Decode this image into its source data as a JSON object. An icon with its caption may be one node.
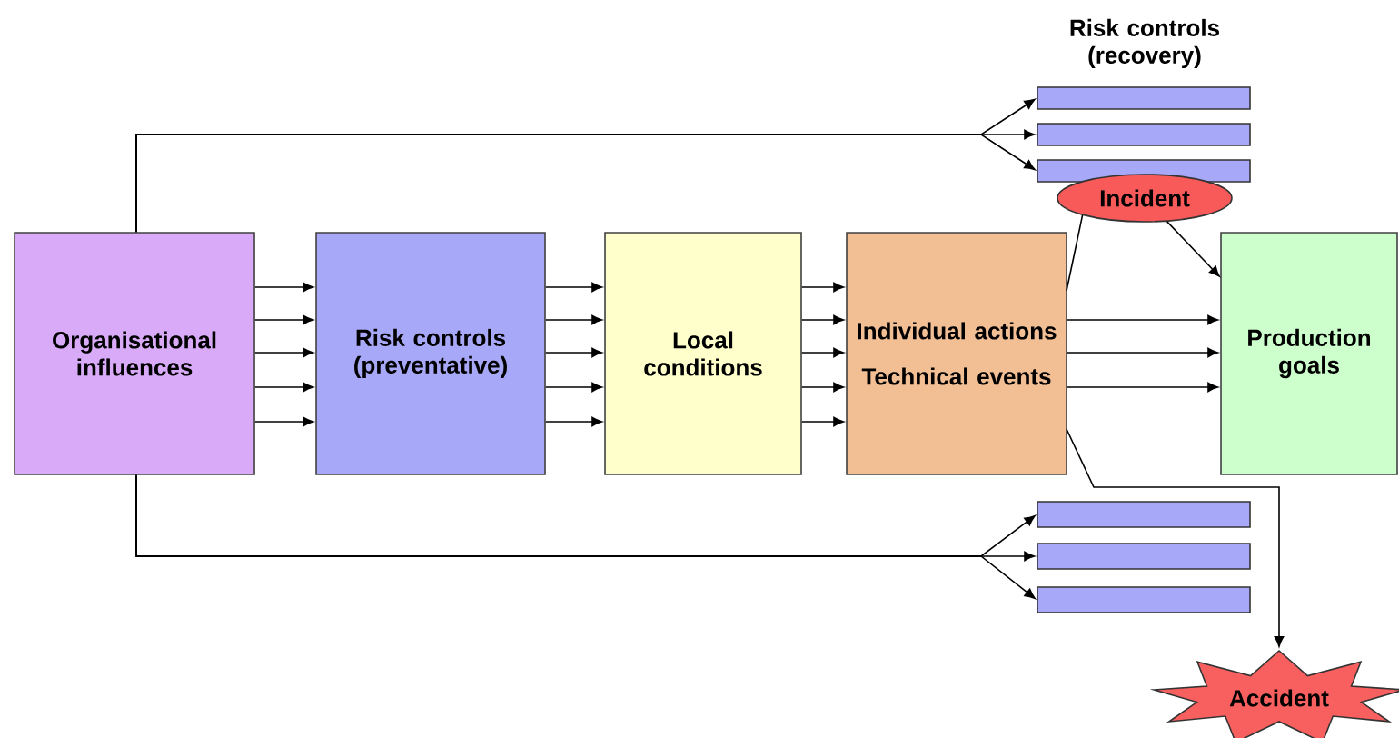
{
  "diagram": {
    "nodes": [
      {
        "text": [
          "Organisational influences"
        ]
      },
      {
        "text": [
          "Risk controls (preventative)"
        ]
      },
      {
        "text": [
          "Local conditions"
        ]
      },
      {
        "text": [
          "Individual actions",
          "Technical events"
        ]
      },
      {
        "text": [
          "Production goals"
        ]
      },
      {
        "text": [],
        "shape": "bar"
      },
      {
        "text": [],
        "shape": "bar"
      },
      {
        "text": [],
        "shape": "bar"
      },
      {
        "text": [
          "Incident"
        ]
      },
      {
        "text": [],
        "shape": "bar"
      },
      {
        "text": [],
        "shape": "bar"
      },
      {
        "text": [],
        "shape": "bar"
      },
      {
        "text": [
          "Accident"
        ]
      }
    ],
    "edges": [
      {
        "from": 0,
        "to": 1,
        "arrow": "to"
      },
      {
        "from": 0,
        "to": 1,
        "arrow": "to"
      },
      {
        "from": 0,
        "to": 1,
        "arrow": "to"
      },
      {
        "from": 0,
        "to": 1,
        "arrow": "to"
      },
      {
        "from": 0,
        "to": 1,
        "arrow": "to"
      },
      {
        "from": 1,
        "to": 2,
        "arrow": "to"
      },
      {
        "from": 1,
        "to": 2,
        "arrow": "to"
      },
      {
        "from": 1,
        "to": 2,
        "arrow": "to"
      },
      {
        "from": 1,
        "to": 2,
        "arrow": "to"
      },
      {
        "from": 1,
        "to": 2,
        "arrow": "to"
      },
      {
        "from": 2,
        "to": 3,
        "arrow": "to"
      },
      {
        "from": 2,
        "to": 3,
        "arrow": "to"
      },
      {
        "from": 2,
        "to": 3,
        "arrow": "to"
      },
      {
        "from": 2,
        "to": 3,
        "arrow": "to"
      },
      {
        "from": 2,
        "to": 3,
        "arrow": "to"
      },
      {
        "from": 3,
        "to": 4,
        "arrow": "to"
      },
      {
        "from": 3,
        "to": 4,
        "arrow": "to"
      },
      {
        "from": 3,
        "to": 4,
        "arrow": "to"
      },
      {
        "from": 0,
        "to": 5,
        "arrow": "to"
      },
      {
        "from": 0,
        "to": 6,
        "arrow": "to"
      },
      {
        "from": 0,
        "to": 7,
        "arrow": "to"
      },
      {
        "from": 0,
        "to": 9,
        "arrow": "to"
      },
      {
        "from": 0,
        "to": 10,
        "arrow": "to"
      },
      {
        "from": 0,
        "to": 11,
        "arrow": "to"
      },
      {
        "from": 3,
        "to": 8,
        "arrow": "none"
      },
      {
        "from": 8,
        "to": 4,
        "arrow": "to"
      },
      {
        "from": 3,
        "to": 12,
        "arrow": "to"
      }
    ],
    "labels": [
      "Risk controls (recovery)"
    ]
  }
}
